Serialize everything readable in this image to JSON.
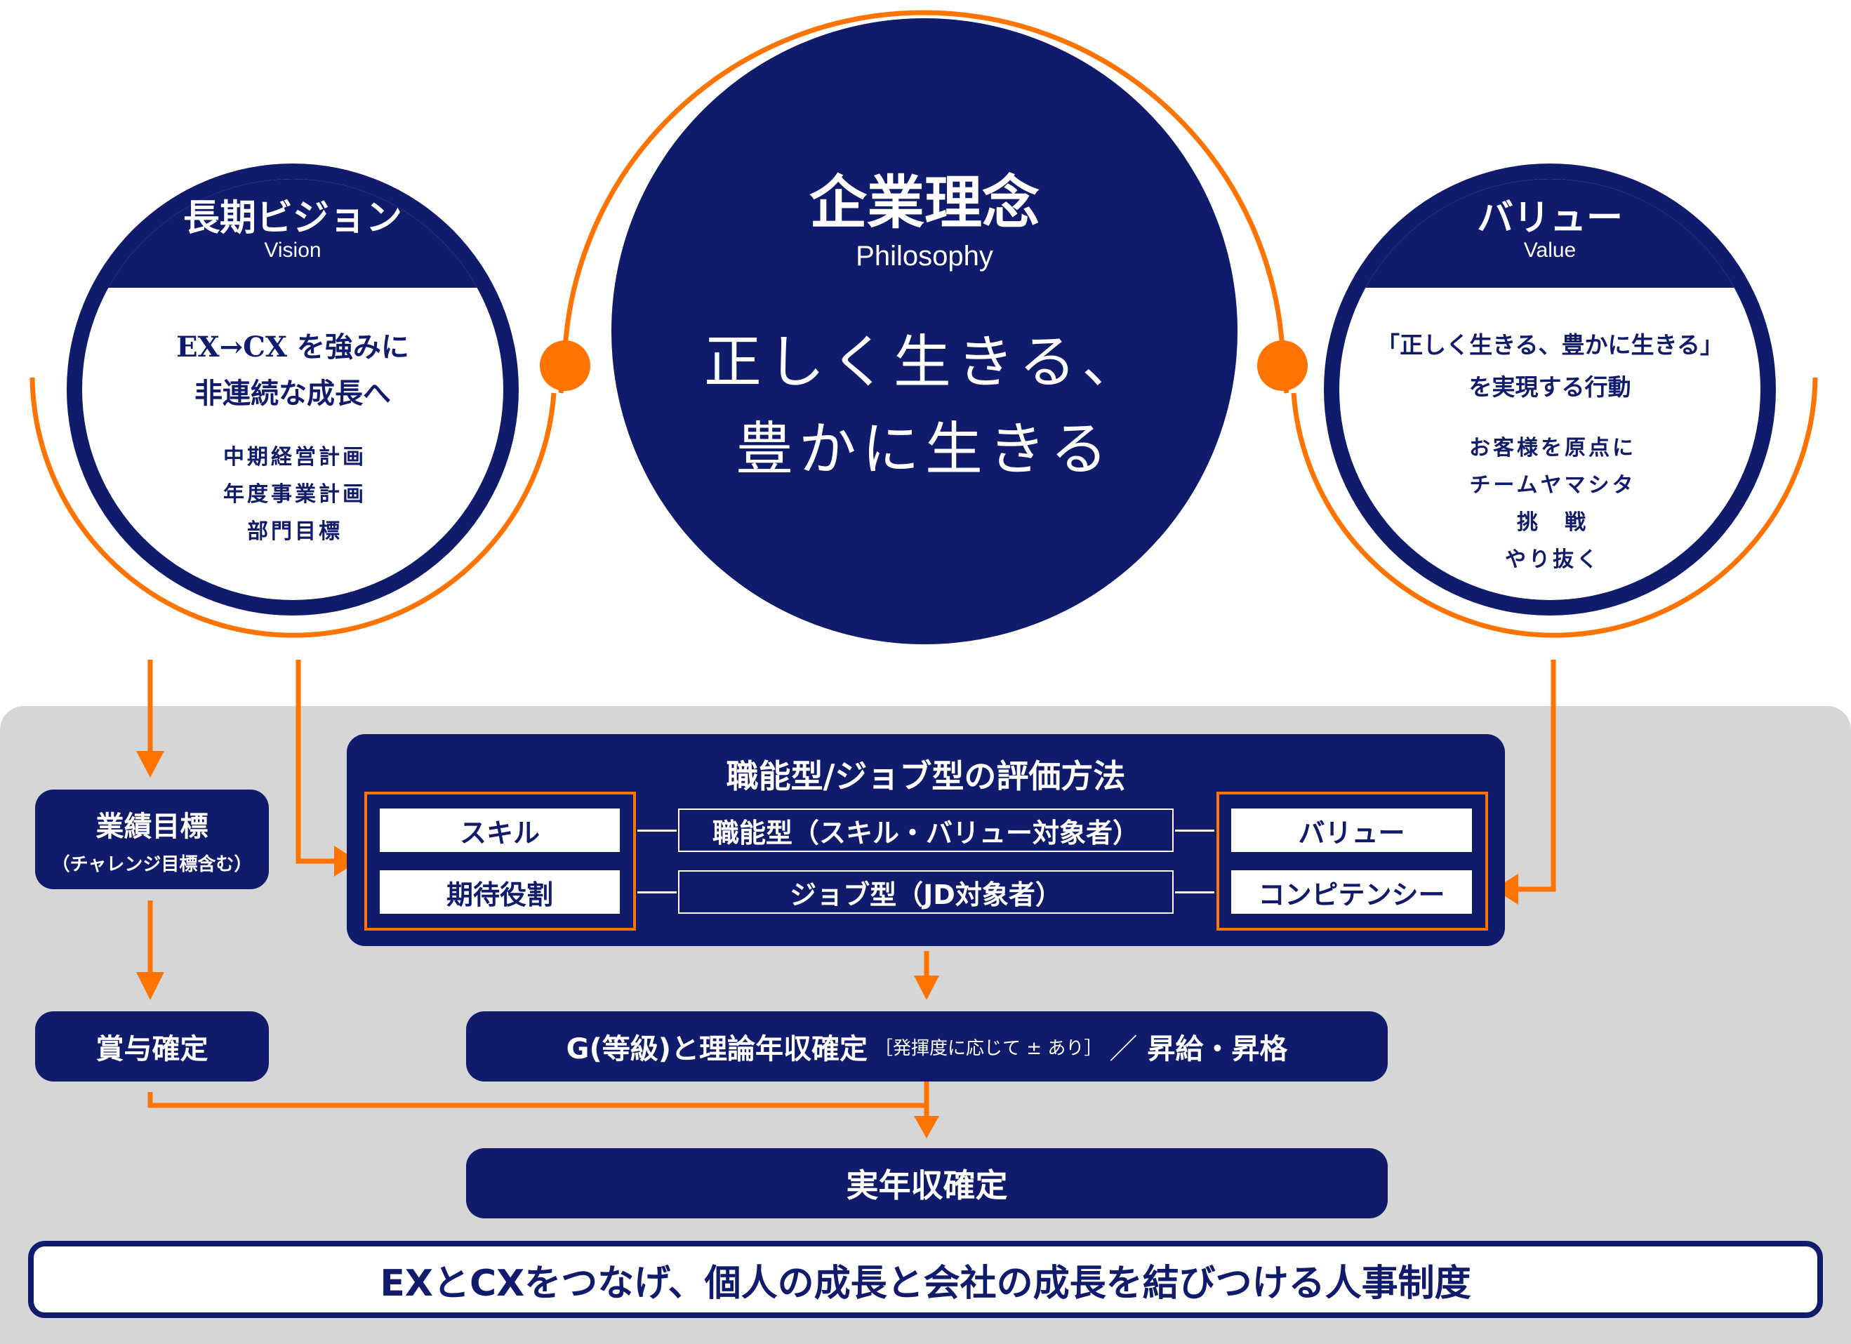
{
  "colors": {
    "navy": "#101b6b",
    "orange": "#ff7300",
    "panel_gray": "#d6d6d6",
    "white": "#ffffff"
  },
  "vision": {
    "title": "長期ビジョン",
    "subtitle": "Vision",
    "headline_lines": [
      "EX→CX を強みに",
      "非連続な成長へ"
    ],
    "items": [
      "中期経営計画",
      "年度事業計画",
      "部門目標"
    ]
  },
  "philosophy": {
    "title": "企業理念",
    "subtitle": "Philosophy",
    "statement_lines": [
      "正しく生きる、",
      "豊かに生きる"
    ]
  },
  "value": {
    "title": "バリュー",
    "subtitle": "Value",
    "headline_lines": [
      "「正しく生きる、豊かに生きる」",
      "を実現する行動"
    ],
    "items": [
      "お客様を原点に",
      "チームヤマシタ",
      "挑　戦",
      "やり抜く"
    ]
  },
  "flow": {
    "performance_goal": {
      "title": "業績目標",
      "note": "（チャレンジ目標含む）"
    },
    "bonus": "賞与確定",
    "evaluation": {
      "title": "職能型/ジョブ型の評価方法",
      "left_cells": [
        "スキル",
        "期待役割"
      ],
      "middle_cells": [
        "職能型（スキル・バリュー対象者）",
        "ジョブ型（JD対象者）"
      ],
      "right_cells": [
        "バリュー",
        "コンピテンシー"
      ]
    },
    "grade": {
      "main": "G(等級)と理論年収確定",
      "note": "［発揮度に応じて ± あり］",
      "slash": "／",
      "tail": "昇給・昇格"
    },
    "actual_income": "実年収確定"
  },
  "footer": {
    "text": "EXとCXをつなげ、個人の成長と会社の成長を結びつける人事制度"
  }
}
